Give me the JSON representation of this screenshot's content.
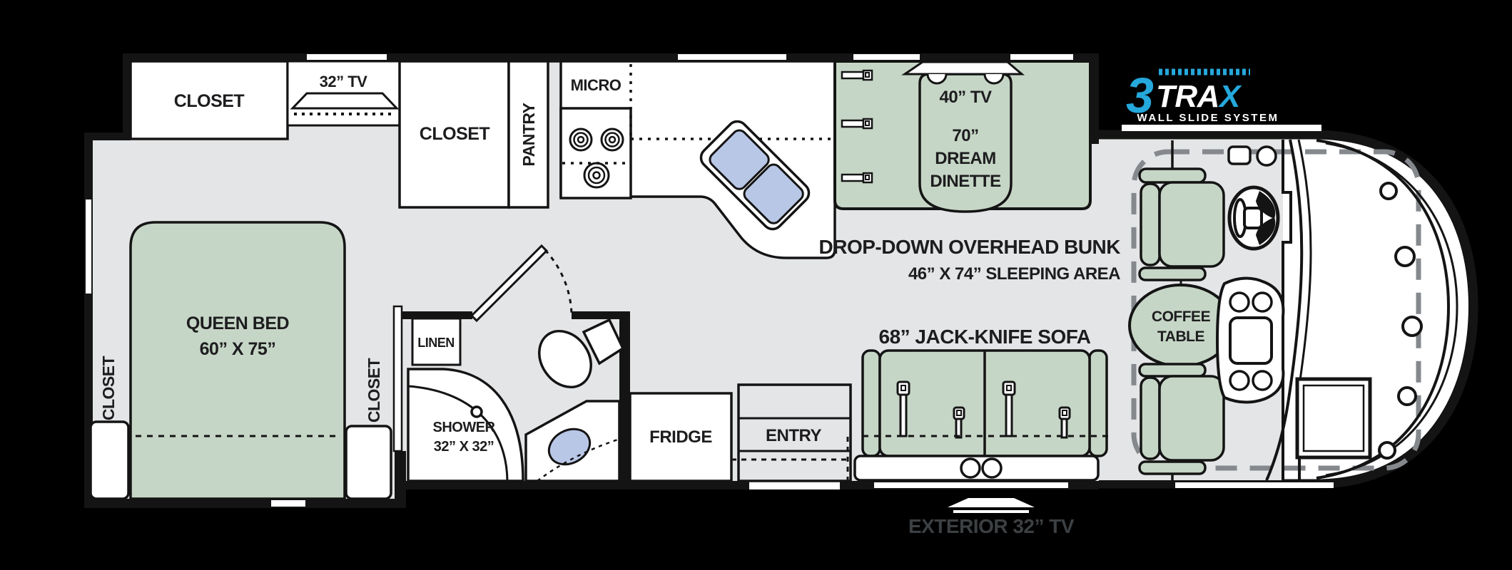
{
  "title": "Class A motorhome floor plan with 3TRAX wall slide system",
  "colors": {
    "background": "#000000",
    "floor_gray": "#e4e5e7",
    "slide_green": "#c6d6c6",
    "sink_blue": "#b9c7e7",
    "wall_black": "#141414",
    "logo_cyan": "#25a8dc",
    "bunk_dash_gray": "#85898d",
    "exterior_text_gray": "#3c4043"
  },
  "labels": {
    "closet_rear": "CLOSET",
    "tv32": "32” TV",
    "closet_hall": "CLOSET",
    "pantry": "PANTRY",
    "micro": "MICRO",
    "dinette_tv": "40” TV",
    "dinette_size": "70”",
    "dinette_name1": "DREAM",
    "dinette_name2": "DINETTE",
    "bunk_line1": "DROP-DOWN OVERHEAD BUNK",
    "bunk_line2": "46” X 74” SLEEPING AREA",
    "bed_line1": "QUEEN BED",
    "bed_line2": "60” X 75”",
    "closet_bed_left": "CLOSET",
    "closet_bed_right": "CLOSET",
    "linen": "LINEN",
    "shower_line1": "SHOWER",
    "shower_line2": "32” X 32”",
    "fridge": "FRIDGE",
    "entry": "ENTRY",
    "sofa": "68” JACK-KNIFE SOFA",
    "coffee_line1": "COFFEE",
    "coffee_line2": "TABLE",
    "exterior_tv": "EXTERIOR 32” TV",
    "logo_3": "3",
    "logo_tra": "TRA",
    "logo_x": "X",
    "logo_tagline": "WALL SLIDE SYSTEM"
  }
}
